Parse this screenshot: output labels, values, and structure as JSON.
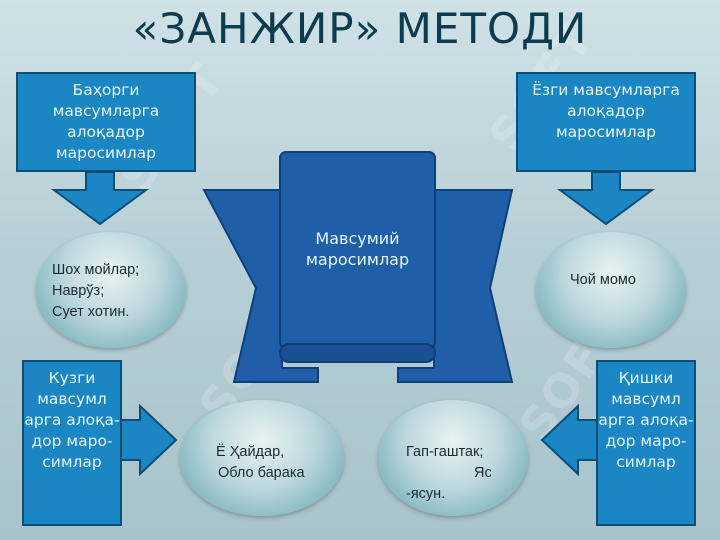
{
  "title": "«ЗАНЖИР» МЕТОДИ",
  "watermark": "SOFT",
  "center": {
    "label": "Мавсумий маросимлар"
  },
  "boxes": {
    "top_left": "Баҳорги мавсумларга алоқадор маросимлар",
    "top_right": "Ёзги мавсумларга алоқадор маросимлар",
    "bottom_left": "Кузги мавсумл арга алоқа- дор маро- симлар",
    "bottom_right": "Қишки мавсумл арга алоқа- дор маро- симлар"
  },
  "ovals": {
    "top_left": [
      "Шох мойлар;",
      "Наврўз;",
      "Сует хотин."
    ],
    "top_right": [
      "Чой момо"
    ],
    "bottom_left": [
      "Ё Ҳайдар,",
      "Обло барака"
    ],
    "bottom_right": [
      "Гап-гаштак;",
      "Яс",
      "-ясун."
    ]
  },
  "colors": {
    "box_fill": "#1a86c3",
    "box_border": "#0d4e77",
    "scroll_fill": "#1f5fa8",
    "title": "#0d3b4f"
  }
}
